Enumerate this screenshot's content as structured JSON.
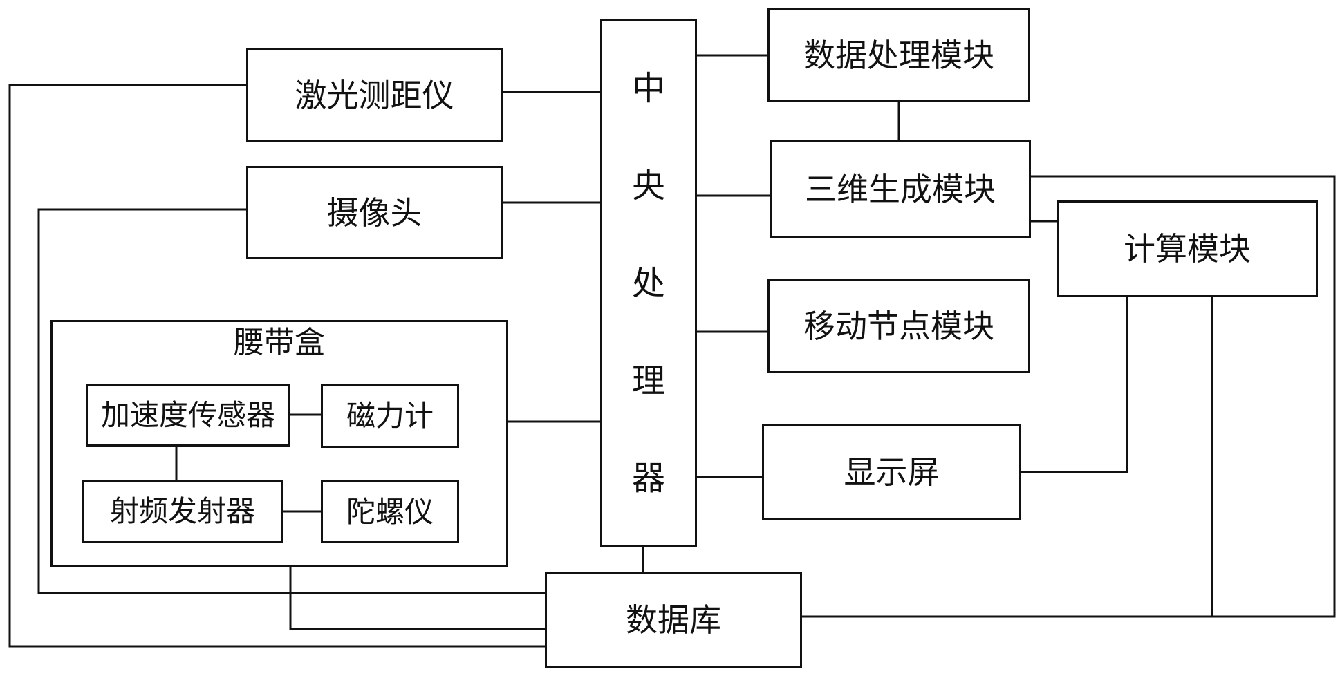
{
  "diagram": {
    "nodes": {
      "cpu": [
        "中",
        "央",
        "处",
        "理",
        "器"
      ],
      "laser": "激光测距仪",
      "camera": "摄像头",
      "belt_box": "腰带盒",
      "accelerometer": "加速度传感器",
      "magnetometer": "磁力计",
      "rf_transmitter": "射频发射器",
      "gyroscope": "陀螺仪",
      "data_processing": "数据处理模块",
      "three_d_gen": "三维生成模块",
      "compute": "计算模块",
      "mobile_node": "移动节点模块",
      "display": "显示屏",
      "database": "数据库"
    },
    "edges": [
      [
        "laser",
        "cpu"
      ],
      [
        "camera",
        "cpu"
      ],
      [
        "belt_box",
        "cpu"
      ],
      [
        "cpu",
        "data_processing"
      ],
      [
        "cpu",
        "three_d_gen"
      ],
      [
        "cpu",
        "mobile_node"
      ],
      [
        "cpu",
        "display"
      ],
      [
        "cpu",
        "database"
      ],
      [
        "data_processing",
        "three_d_gen"
      ],
      [
        "three_d_gen",
        "compute"
      ],
      [
        "three_d_gen",
        "database"
      ],
      [
        "compute",
        "display"
      ],
      [
        "compute",
        "database"
      ],
      [
        "accelerometer",
        "magnetometer"
      ],
      [
        "accelerometer",
        "rf_transmitter"
      ],
      [
        "rf_transmitter",
        "gyroscope"
      ],
      [
        "laser",
        "database"
      ],
      [
        "camera",
        "database"
      ],
      [
        "belt_box",
        "database"
      ]
    ]
  }
}
